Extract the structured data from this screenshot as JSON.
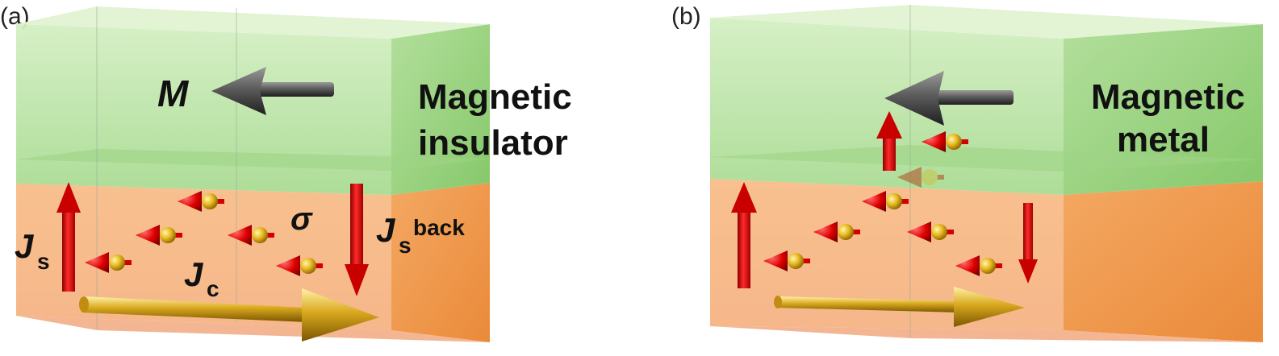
{
  "panels": {
    "a": {
      "label": "(a)",
      "layer_text_line1": "Magnetic",
      "layer_text_line2": "insulator",
      "magnetization_symbol": "M",
      "spin_current_symbol": "J",
      "spin_current_subscript": "s",
      "charge_current_symbol": "J",
      "charge_current_subscript": "c",
      "backflow_symbol": "J",
      "backflow_subscript": "s",
      "backflow_superscript": "back",
      "spin_polarization_symbol": "σ"
    },
    "b": {
      "label": "(b)",
      "layer_text_line1": "Magnetic",
      "layer_text_line2": "metal"
    }
  },
  "colors": {
    "top_layer": "#b9e3a6",
    "bottom_layer": "#f7b77f",
    "arrow_red": "#d40000",
    "current_gold": "#d6a51c",
    "magnet_arrow": "#5a5a5a",
    "electron_ball": "#e8b820"
  }
}
